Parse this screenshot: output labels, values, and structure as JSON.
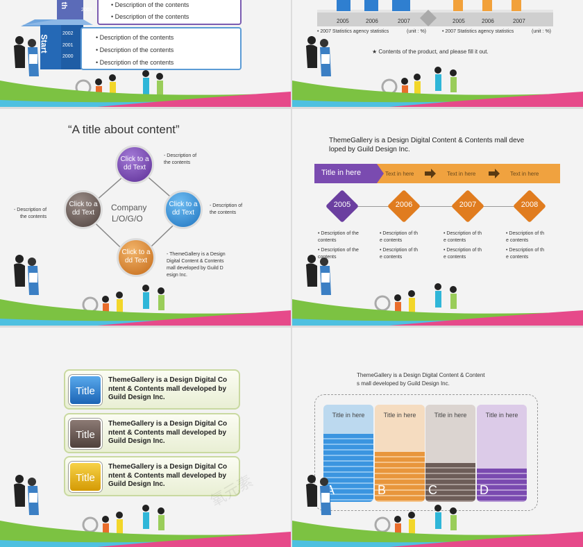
{
  "slide1": {
    "vertical_label_top": "th",
    "vertical_label_start": "Start",
    "years_top": [
      "2003"
    ],
    "years_bottom": [
      "2002",
      "2001",
      "2000"
    ],
    "top_items": [
      "Description  of  the contents",
      "Description  of  the contents"
    ],
    "bottom_items": [
      "Description  of  the contents",
      "Description  of  the contents",
      "Description  of  the contents"
    ]
  },
  "slide2": {
    "years_left": [
      "2005",
      "2006",
      "2007"
    ],
    "years_right": [
      "2005",
      "2006",
      "2007"
    ],
    "note_left": "• 2007  Statistics agency statistics",
    "unit_left": "(unit : %)",
    "note_right": "• 2007  Statistics agency statistics",
    "unit_right": "(unit : %)",
    "footer": "★ Contents of the product, and please fill it out."
  },
  "slide3": {
    "title": "“A title about content”",
    "center": [
      "Company",
      "L/O/G/O"
    ],
    "circles": [
      {
        "label": "Click to a dd Text",
        "color": "#7b4bb0"
      },
      {
        "label": "Click to a dd Text",
        "color": "#2e8fd6"
      },
      {
        "label": "Click to a dd Text",
        "color": "#d9852a"
      },
      {
        "label": "Click to a dd Text",
        "color": "#6e5f5a"
      }
    ],
    "desc_top": "- Description of\nthe contents",
    "desc_right": "- Description of\nthe contents",
    "desc_left": "- Description of\nthe contents",
    "desc_bottom": "- ThemeGallery is a Design\nDigital Content & Contents\nmall developed by Guild D\nesign Inc."
  },
  "slide4": {
    "heading_line1": "ThemeGallery  is a Design Digital Content & Contents mall deve",
    "heading_line2": "loped by Guild Design Inc.",
    "bar_title": "Title in here",
    "bar_items": [
      "Text in here",
      "Text in here",
      "Text in here"
    ],
    "years": [
      {
        "year": "2005",
        "color": "#6b3fa0"
      },
      {
        "year": "2006",
        "color": "#e07c1f"
      },
      {
        "year": "2007",
        "color": "#e07c1f"
      },
      {
        "year": "2008",
        "color": "#e07c1f"
      }
    ],
    "desc_col1": [
      "• Description of the\ncontents",
      "• Description of the\ncontents"
    ],
    "desc_col2": [
      "• Description of th\ne contents",
      "• Description of th\ne contents"
    ],
    "desc_col3": [
      "• Description of th\ne contents",
      "• Description of th\ne contents"
    ],
    "desc_col4": [
      "• Description of th\ne contents",
      "• Description of th\ne contents"
    ]
  },
  "slide5": {
    "items": [
      {
        "title": "Title",
        "desc": "ThemeGallery is a Design Digital Co ntent & Contents mall developed by Guild Design Inc.",
        "color": "#2a7fd0"
      },
      {
        "title": "Title",
        "desc": "ThemeGallery is a Design Digital Co ntent & Contents mall developed by Guild Design Inc.",
        "color": "#6b5a54"
      },
      {
        "title": "Title",
        "desc": "ThemeGallery is a Design Digital Co ntent & Contents mall developed by Guild Design Inc.",
        "color": "#e4b20f"
      }
    ]
  },
  "slide6": {
    "heading_line1": "ThemeGallery   is a Design Digital Content & Content",
    "heading_line2": "s mall developed by Guild Design Inc.",
    "columns": [
      {
        "title": "Title in here",
        "letter": "A",
        "bg": "#b9d9f0",
        "fg": "#2f8fd8"
      },
      {
        "title": "Title in here",
        "letter": "B",
        "bg": "#f5dcc0",
        "fg": "#e08a30"
      },
      {
        "title": "Title in here",
        "letter": "C",
        "bg": "#d9d3cf",
        "fg": "#6d5d58"
      },
      {
        "title": "Title in here",
        "letter": "D",
        "bg": "#d9c9e6",
        "fg": "#7a4ab0"
      }
    ]
  },
  "watermark": "氧元素"
}
